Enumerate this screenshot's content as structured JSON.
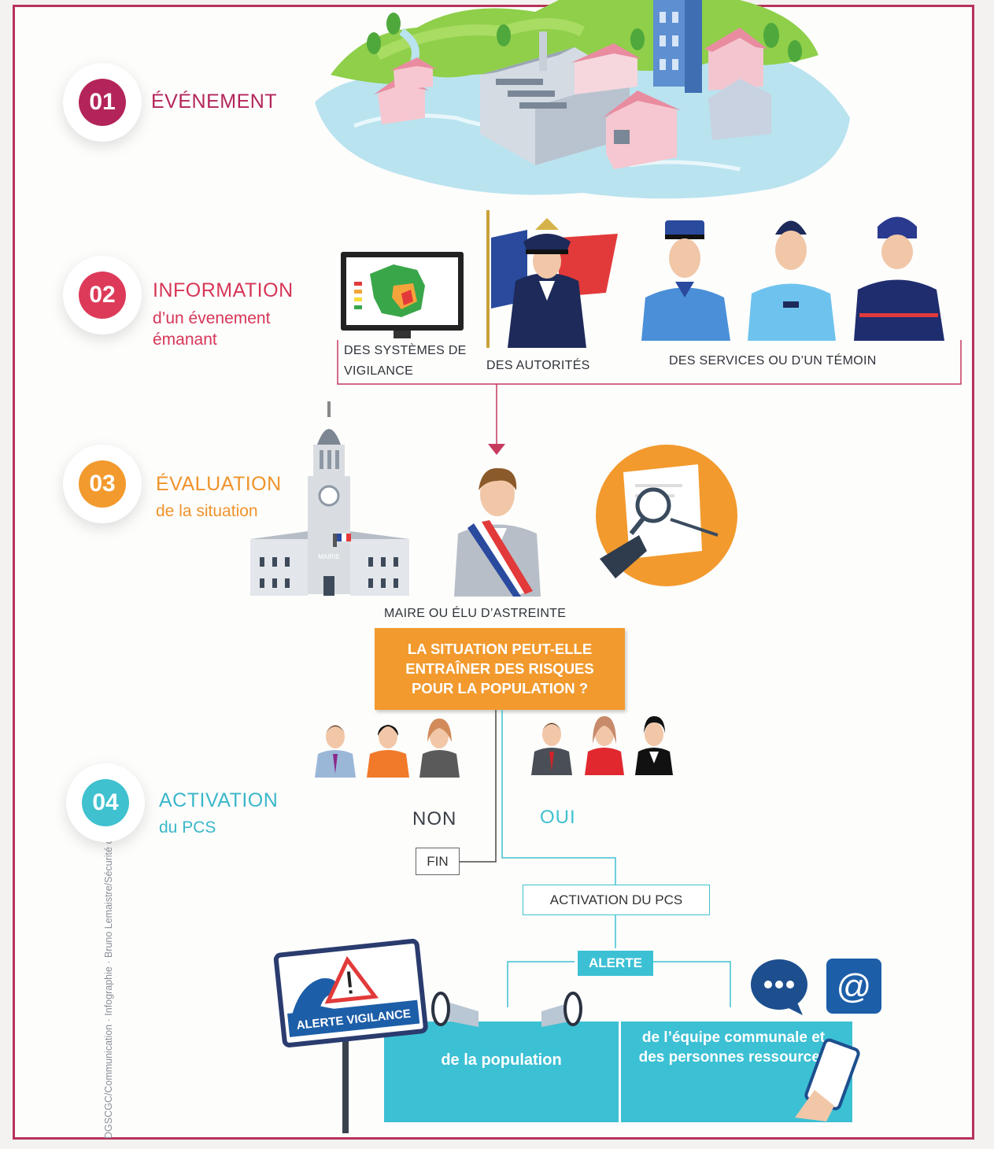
{
  "credit": "DGSCGC/Communication · Infographie · Bruno Lemaistre/Sécurité civile",
  "steps": [
    {
      "number": "01",
      "title": "ÉVÉNEMENT",
      "subtitle": "",
      "color": "#b3255a"
    },
    {
      "number": "02",
      "title": "INFORMATION",
      "subtitle": "d’un évenement émanant",
      "color": "#dd3a5a"
    },
    {
      "number": "03",
      "title": "ÉVALUATION",
      "subtitle": "de la situation",
      "color": "#f29a2e"
    },
    {
      "number": "04",
      "title": "ACTIVATION",
      "subtitle": "du PCS",
      "color": "#3fc1cf"
    }
  ],
  "sources": {
    "vigilance": "DES SYSTÈMES DE VIGILANCE",
    "authorities": "DES AUTORITÉS",
    "services": "DES SERVICES OU D’UN TÉMOIN"
  },
  "mayor_caption": "MAIRE OU ÉLU D’ASTREINTE",
  "question": "LA SITUATION PEUT-ELLE ENTRAÎNER DES RISQUES POUR LA POPULATION ?",
  "answer_no": "NON",
  "answer_yes": "OUI",
  "end_label": "FIN",
  "pcs_label": "ACTIVATION DU PCS",
  "alert_label": "ALERTE",
  "sign_label": "ALERTE VIGILANCE",
  "mairie_label": "MAIRIE",
  "alert_population": "de la population",
  "alert_team": "de l’équipe communale et des personnes ressources",
  "colors": {
    "frame": "#b8325a",
    "orange": "#f29a2e",
    "cyan": "#3fc1cf",
    "teal_panel": "#3cc0d4",
    "arrow": "#c63a5e"
  }
}
